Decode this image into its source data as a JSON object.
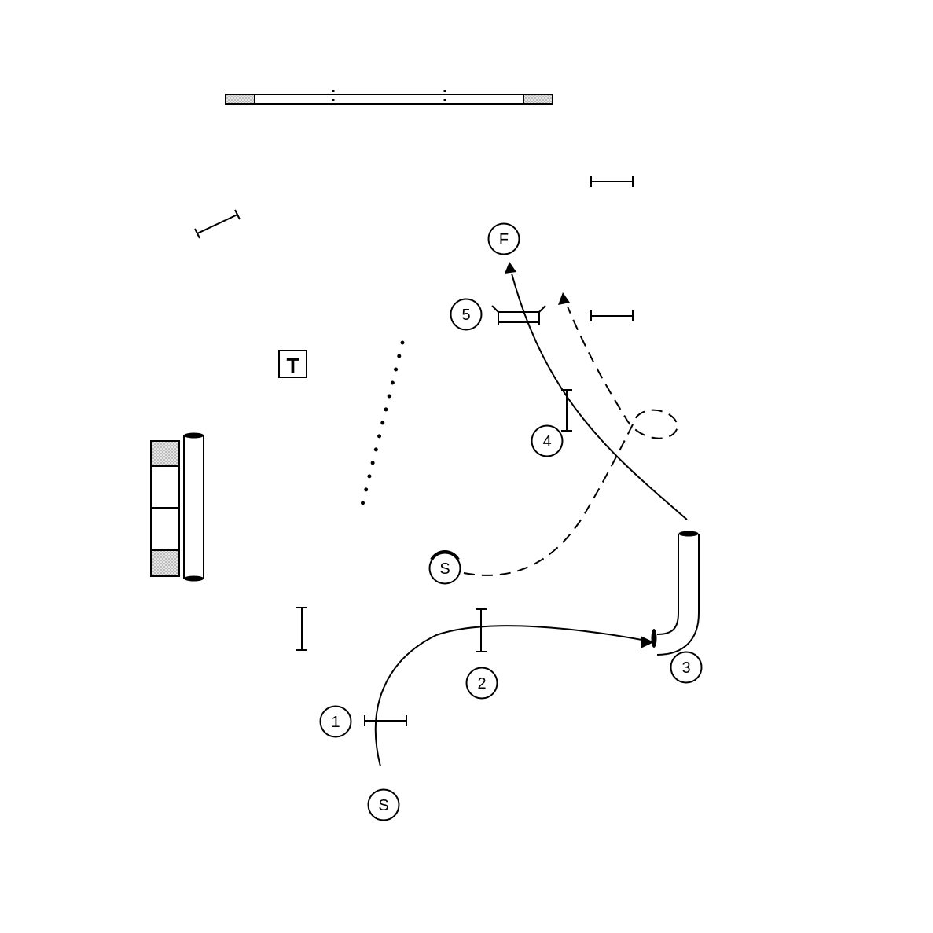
{
  "diagram": {
    "colors": {
      "ink": "#000000",
      "background": "#ffffff",
      "contact_zone": "#d8d8d8"
    },
    "markers": {
      "start_primary": "S",
      "start_secondary": "S",
      "finish": "F",
      "n1": "1",
      "n2": "2",
      "n3": "3",
      "n4": "4",
      "n5": "5"
    },
    "table_symbol": "T",
    "paths": [
      {
        "name": "handler-path-solid",
        "style": "solid",
        "arrow": true
      },
      {
        "name": "handler-path-dashed",
        "style": "dashed",
        "arrow": true
      }
    ]
  }
}
